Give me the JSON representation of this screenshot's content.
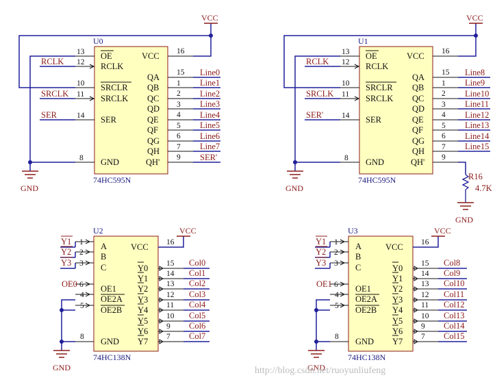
{
  "colors": {
    "wire": "#1f1f9a",
    "chip_fill": "#ffffc0",
    "chip_stroke": "#8b1a1a",
    "pin_line": "#111111",
    "net_label": "#8b1a1a",
    "power": "#8b1a1a",
    "junction": "#1f1f9a",
    "part_label": "#1a1a80"
  },
  "chips": [
    {
      "ref": "U0",
      "part": "74HC595N",
      "power": {
        "name": "VCC",
        "pin": "16",
        "rail": "VCC"
      },
      "left_pins": [
        {
          "num": "13",
          "name": "OE",
          "bar": true,
          "net": ""
        },
        {
          "num": "12",
          "name": "RCLK",
          "bar": false,
          "net": "RCLK"
        },
        {
          "num": "10",
          "name": "SRCLR",
          "bar": true,
          "net": ""
        },
        {
          "num": "11",
          "name": "SRCLK",
          "bar": false,
          "net": "SRCLK"
        },
        {
          "num": "14",
          "name": "SER",
          "bar": false,
          "net": "SER"
        },
        {
          "num": "8",
          "name": "GND",
          "bar": false,
          "net": ""
        }
      ],
      "right_pins": [
        {
          "num": "15",
          "name": "QA",
          "bar": false,
          "net": "Line0"
        },
        {
          "num": "1",
          "name": "QB",
          "bar": false,
          "net": "Line1"
        },
        {
          "num": "2",
          "name": "QC",
          "bar": false,
          "net": "Line2"
        },
        {
          "num": "3",
          "name": "QD",
          "bar": false,
          "net": "Line3"
        },
        {
          "num": "4",
          "name": "QE",
          "bar": false,
          "net": "Line4"
        },
        {
          "num": "5",
          "name": "QF",
          "bar": false,
          "net": "Line5"
        },
        {
          "num": "6",
          "name": "QG",
          "bar": false,
          "net": "Line6"
        },
        {
          "num": "7",
          "name": "QH",
          "bar": false,
          "net": "Line7"
        },
        {
          "num": "9",
          "name": "QH'",
          "bar": false,
          "net": "SER'"
        }
      ],
      "gnd_label": "GND"
    },
    {
      "ref": "U1",
      "part": "74HC595N",
      "power": {
        "name": "VCC",
        "pin": "16",
        "rail": "VCC"
      },
      "left_pins": [
        {
          "num": "13",
          "name": "OE",
          "bar": true,
          "net": ""
        },
        {
          "num": "12",
          "name": "RCLK",
          "bar": false,
          "net": "RCLK"
        },
        {
          "num": "10",
          "name": "SRCLR",
          "bar": true,
          "net": ""
        },
        {
          "num": "11",
          "name": "SRCLK",
          "bar": false,
          "net": "SRCLK"
        },
        {
          "num": "14",
          "name": "SER",
          "bar": false,
          "net": "SER'"
        },
        {
          "num": "8",
          "name": "GND",
          "bar": false,
          "net": ""
        }
      ],
      "right_pins": [
        {
          "num": "15",
          "name": "QA",
          "bar": false,
          "net": "Line8"
        },
        {
          "num": "1",
          "name": "QB",
          "bar": false,
          "net": "Line9"
        },
        {
          "num": "2",
          "name": "QC",
          "bar": false,
          "net": "Line10"
        },
        {
          "num": "3",
          "name": "QD",
          "bar": false,
          "net": "Line11"
        },
        {
          "num": "4",
          "name": "QE",
          "bar": false,
          "net": "Line12"
        },
        {
          "num": "5",
          "name": "QF",
          "bar": false,
          "net": "Line13"
        },
        {
          "num": "6",
          "name": "QG",
          "bar": false,
          "net": "Line14"
        },
        {
          "num": "7",
          "name": "QH",
          "bar": false,
          "net": "Line15"
        },
        {
          "num": "9",
          "name": "QH'",
          "bar": false,
          "net": ""
        }
      ],
      "gnd_label": "GND"
    },
    {
      "ref": "U2",
      "part": "74HC138N",
      "power": {
        "name": "VCC",
        "pin": "16",
        "rail": "VCC"
      },
      "left_pins": [
        {
          "num": "1",
          "name": "A",
          "bar": false,
          "net": "Y1"
        },
        {
          "num": "2",
          "name": "B",
          "bar": false,
          "net": "Y2"
        },
        {
          "num": "3",
          "name": "C",
          "bar": false,
          "net": "Y3"
        },
        {
          "num": "6",
          "name": "OE1",
          "bar": false,
          "net": "OE0"
        },
        {
          "num": "4",
          "name": "OE2A",
          "bar": true,
          "net": ""
        },
        {
          "num": "5",
          "name": "OE2B",
          "bar": true,
          "net": ""
        },
        {
          "num": "8",
          "name": "GND",
          "bar": false,
          "net": ""
        }
      ],
      "right_pins": [
        {
          "num": "15",
          "name": "Y0",
          "bar": true,
          "net": "Col0"
        },
        {
          "num": "14",
          "name": "Y1",
          "bar": true,
          "net": "Col1"
        },
        {
          "num": "13",
          "name": "Y2",
          "bar": true,
          "net": "Col2"
        },
        {
          "num": "12",
          "name": "Y3",
          "bar": true,
          "net": "Col3"
        },
        {
          "num": "11",
          "name": "Y4",
          "bar": true,
          "net": "Col4"
        },
        {
          "num": "10",
          "name": "Y5",
          "bar": true,
          "net": "Col5"
        },
        {
          "num": "9",
          "name": "Y6",
          "bar": true,
          "net": "Col6"
        },
        {
          "num": "7",
          "name": "Y7",
          "bar": true,
          "net": "Col7"
        }
      ],
      "gnd_label": "GND"
    },
    {
      "ref": "U3",
      "part": "74HC138N",
      "power": {
        "name": "VCC",
        "pin": "16",
        "rail": "VCC"
      },
      "left_pins": [
        {
          "num": "1",
          "name": "A",
          "bar": false,
          "net": "Y1"
        },
        {
          "num": "2",
          "name": "B",
          "bar": false,
          "net": "Y2"
        },
        {
          "num": "3",
          "name": "C",
          "bar": false,
          "net": "Y3"
        },
        {
          "num": "6",
          "name": "OE1",
          "bar": false,
          "net": "OE1"
        },
        {
          "num": "4",
          "name": "OE2A",
          "bar": true,
          "net": ""
        },
        {
          "num": "5",
          "name": "OE2B",
          "bar": true,
          "net": ""
        },
        {
          "num": "8",
          "name": "GND",
          "bar": false,
          "net": ""
        }
      ],
      "right_pins": [
        {
          "num": "15",
          "name": "Y0",
          "bar": true,
          "net": "Col8"
        },
        {
          "num": "14",
          "name": "Y1",
          "bar": true,
          "net": "Col9"
        },
        {
          "num": "13",
          "name": "Y2",
          "bar": true,
          "net": "Col10"
        },
        {
          "num": "12",
          "name": "Y3",
          "bar": true,
          "net": "Col11"
        },
        {
          "num": "11",
          "name": "Y4",
          "bar": true,
          "net": "Col12"
        },
        {
          "num": "10",
          "name": "Y5",
          "bar": true,
          "net": "Col13"
        },
        {
          "num": "9",
          "name": "Y6",
          "bar": true,
          "net": "Col14"
        },
        {
          "num": "7",
          "name": "Y7",
          "bar": true,
          "net": "Col15"
        }
      ],
      "gnd_label": "GND"
    }
  ],
  "resistor": {
    "ref": "R16",
    "value": "4.7K",
    "gnd_label": "GND"
  },
  "watermark": "http://blog.csdn.net/ruoyunliufeng"
}
